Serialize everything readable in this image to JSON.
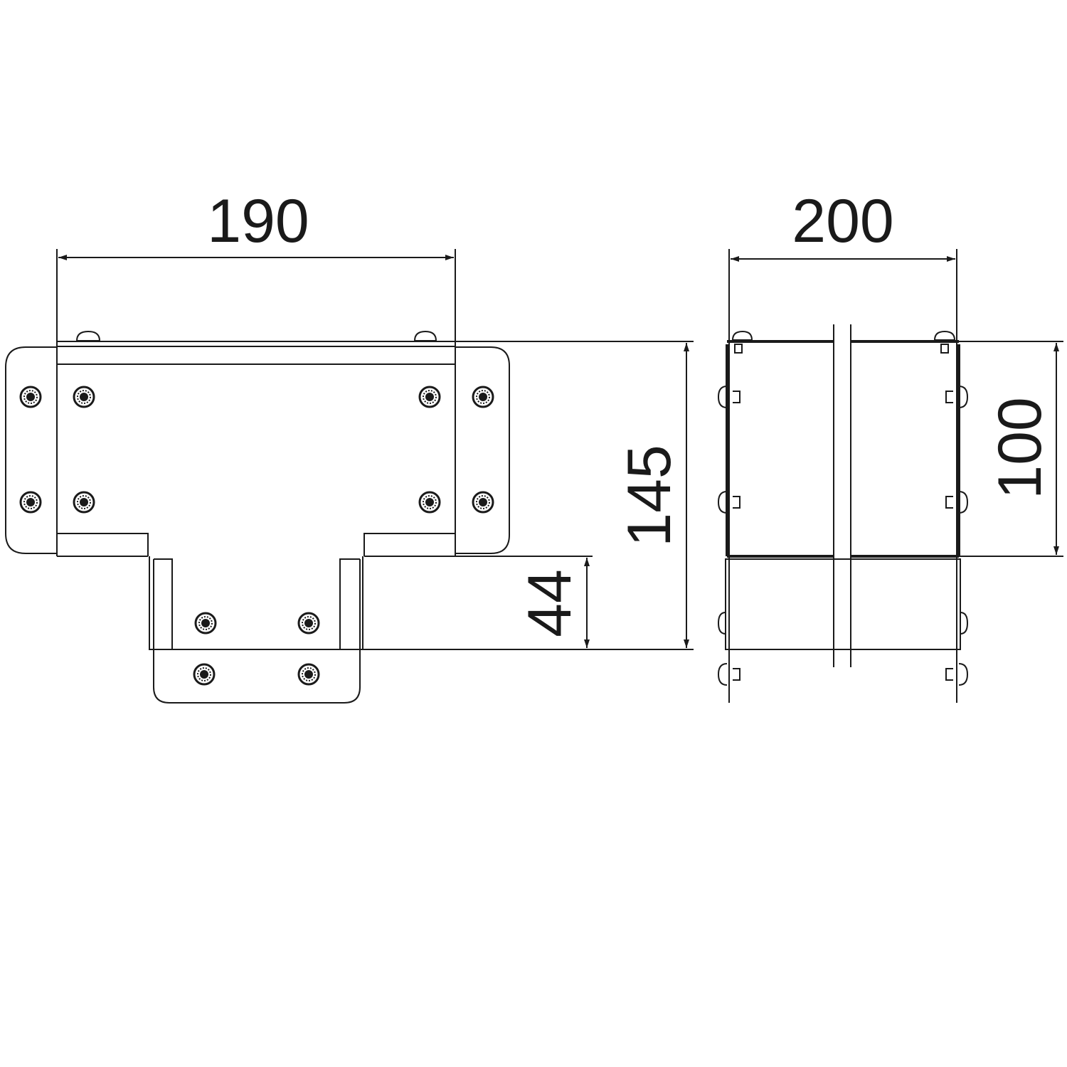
{
  "drawing": {
    "top_view": {
      "width_dim": "190",
      "height_dim": "145",
      "stem_dim": "44"
    },
    "side_view": {
      "width_dim": "200",
      "height_dim": "100"
    },
    "colors": {
      "line": "#1a1a1a",
      "background": "#ffffff"
    }
  }
}
